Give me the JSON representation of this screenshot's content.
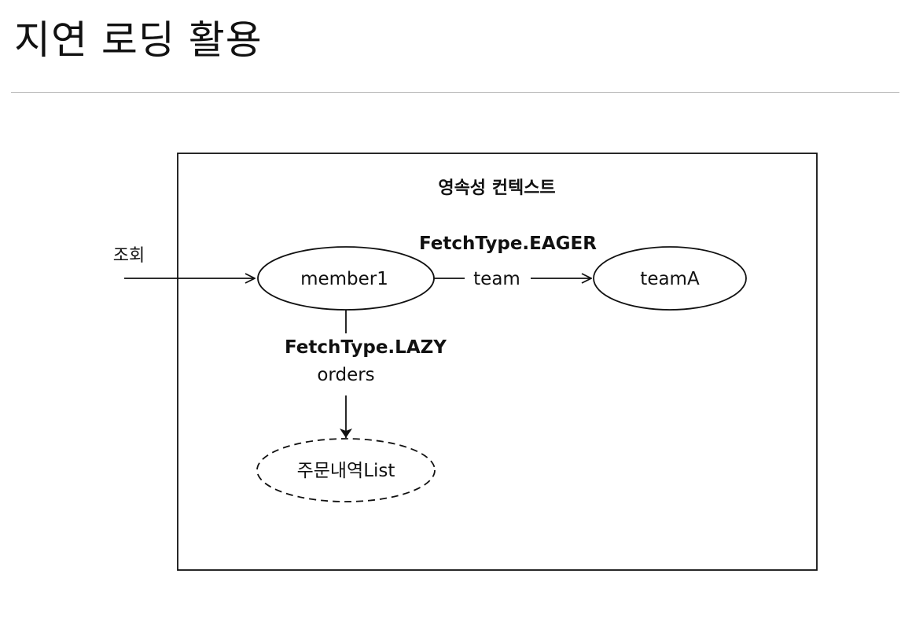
{
  "page": {
    "title": "지연 로딩 활용"
  },
  "diagram": {
    "container_label": "영속성 컨텍스트",
    "query_label": "조회",
    "nodes": {
      "member": "member1",
      "team": "teamA",
      "orders": "주문내역List"
    },
    "edges": {
      "eager_fetch_type": "FetchType.EAGER",
      "eager_field": "team",
      "lazy_fetch_type": "FetchType.LAZY",
      "lazy_field": "orders"
    },
    "styles": {
      "line_color": "#111111",
      "divider_color": "#bdbdbd"
    }
  }
}
